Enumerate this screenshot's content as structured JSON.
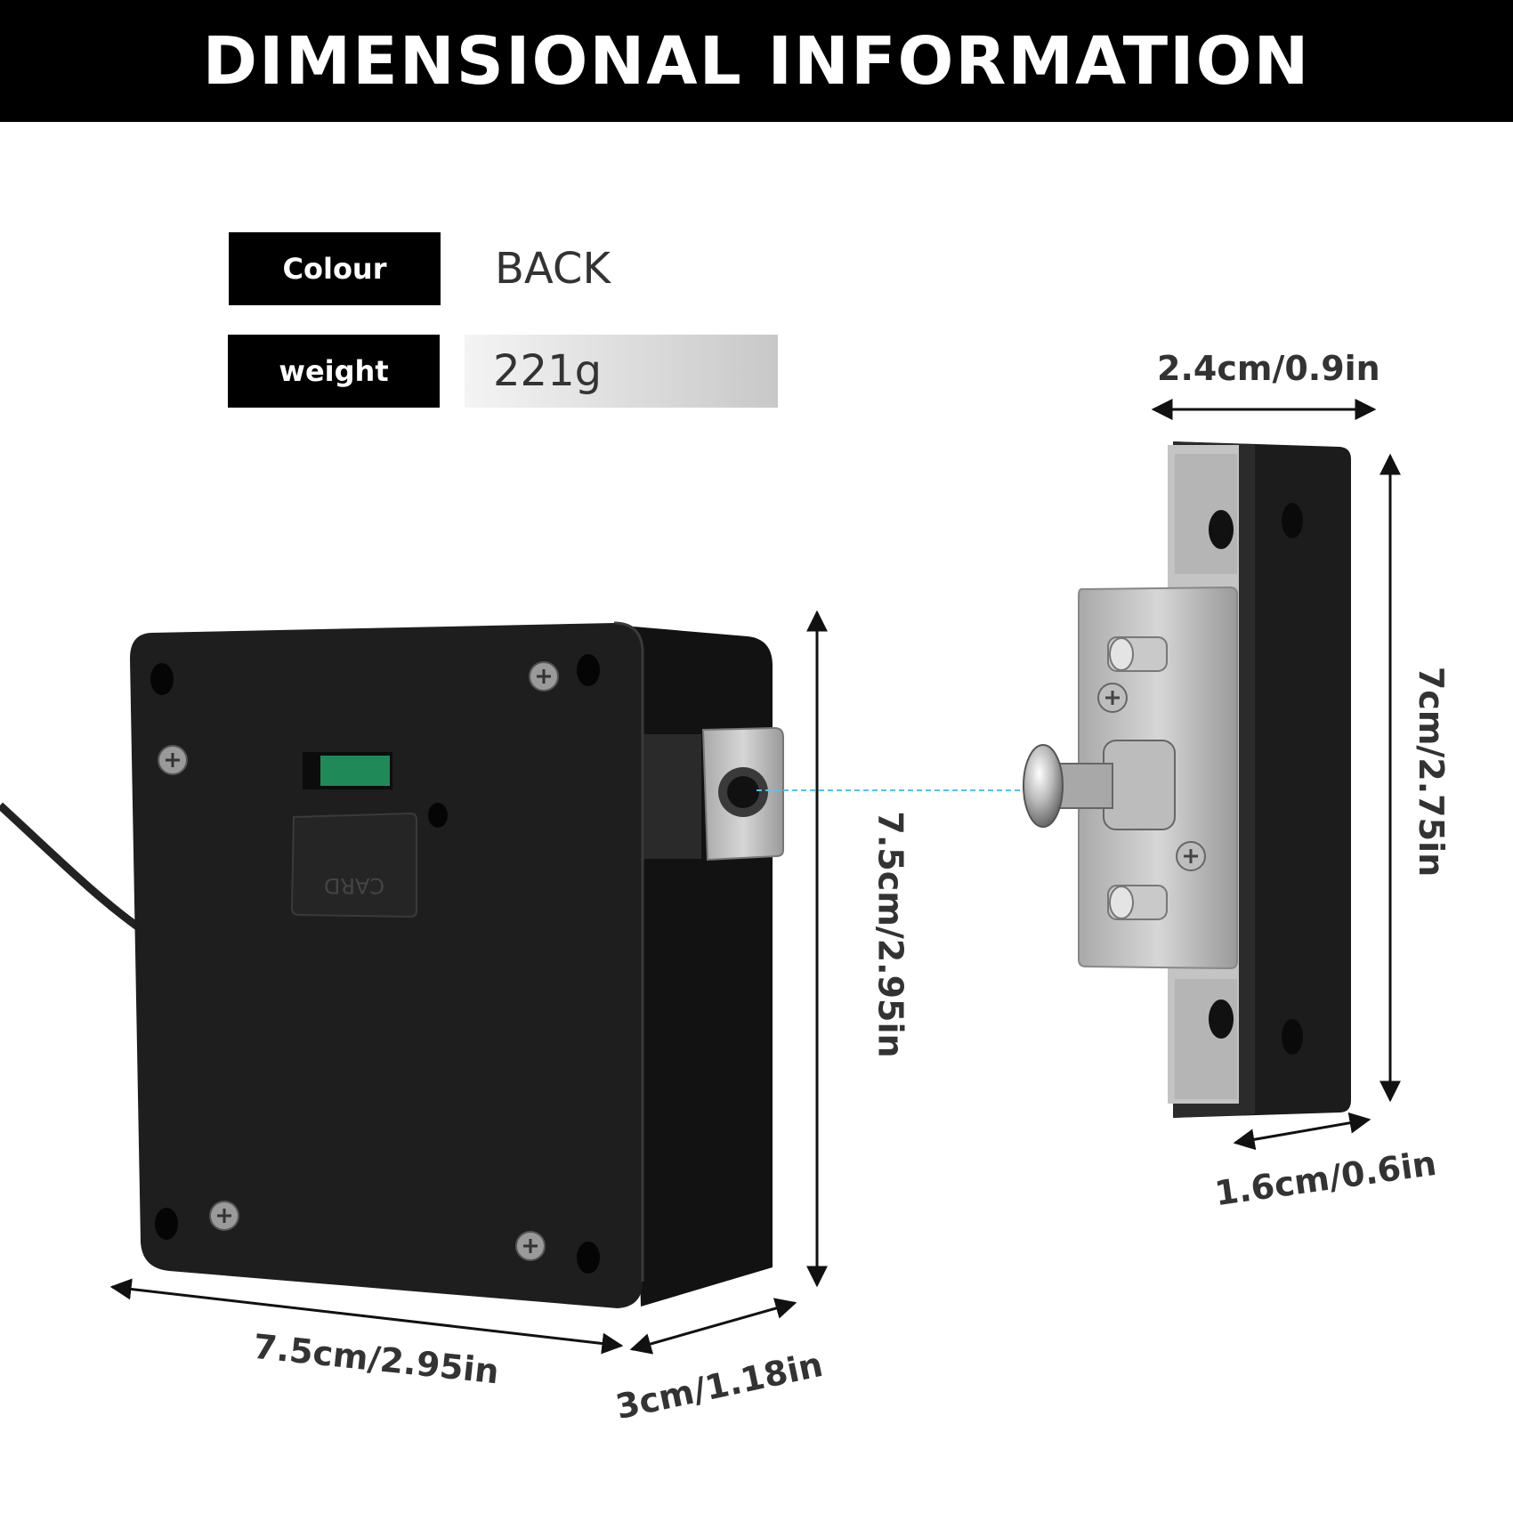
{
  "header": {
    "title": "DIMENSIONAL INFORMATION"
  },
  "specs": [
    {
      "label": "Colour",
      "value": "BACK"
    },
    {
      "label": "weight",
      "value": "221g"
    }
  ],
  "dimensions": {
    "lock_height": "7.5cm/2.95in",
    "lock_width": "7.5cm/2.95in",
    "lock_depth": "3cm/1.18in",
    "strike_width": "2.4cm/0.9in",
    "strike_height": "7cm/2.75in",
    "strike_depth": "1.6cm/0.6in"
  },
  "product": {
    "card_slot_text": "CARD"
  },
  "colors": {
    "banner": "#000000",
    "lock_body": "#1e1e1e",
    "guide_line": "#4fc3f7"
  }
}
